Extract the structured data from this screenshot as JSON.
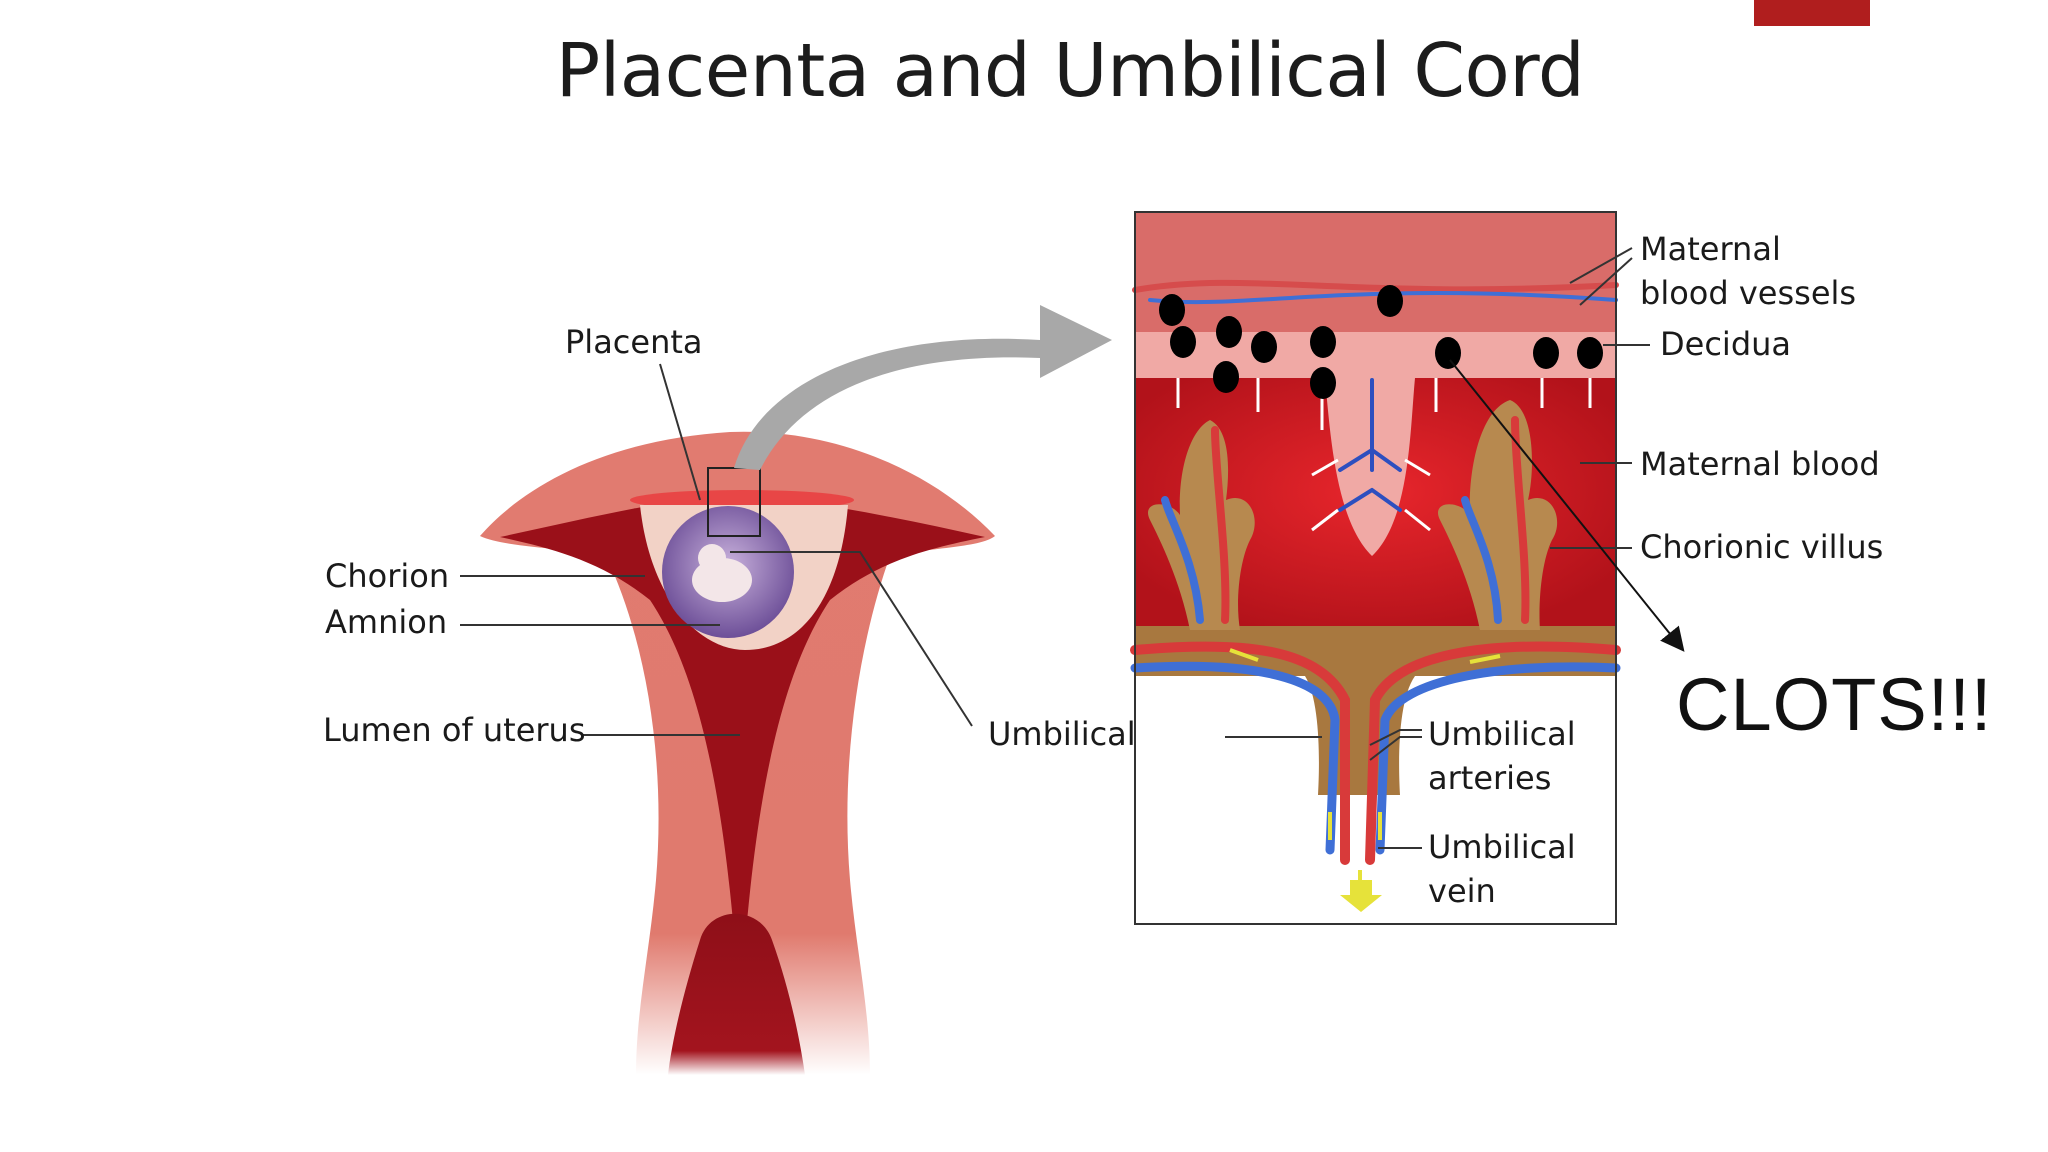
{
  "slide": {
    "title": "Placenta and Umbilical Cord",
    "annotation": "CLOTS!!!",
    "accent_color": "#b01e1e"
  },
  "diagram": {
    "labels": {
      "placenta": "Placenta",
      "chorion": "Chorion",
      "amnion": "Amnion",
      "lumen": "Lumen of uterus",
      "umbilical_cord": "Umbilical cord",
      "maternal_vessels_1": "Maternal",
      "maternal_vessels_2": "blood vessels",
      "decidua": "Decidua",
      "maternal_blood": "Maternal blood",
      "chorionic_villus": "Chorionic villus",
      "umbilical_arteries_1": "Umbilical",
      "umbilical_arteries_2": "arteries",
      "umbilical_vein_1": "Umbilical",
      "umbilical_vein_2": "vein"
    },
    "colors": {
      "uterus": "#e07a6e",
      "uterus_dark": "#8b0f18",
      "maternal_blood": "#d31c24",
      "decidua": "#f1a3a0",
      "chorion": "#b58b5a",
      "artery": "#3f6fd6",
      "vein": "#d83a3a",
      "flow_arrow": "#e6e23a",
      "clot": "#000000"
    }
  }
}
